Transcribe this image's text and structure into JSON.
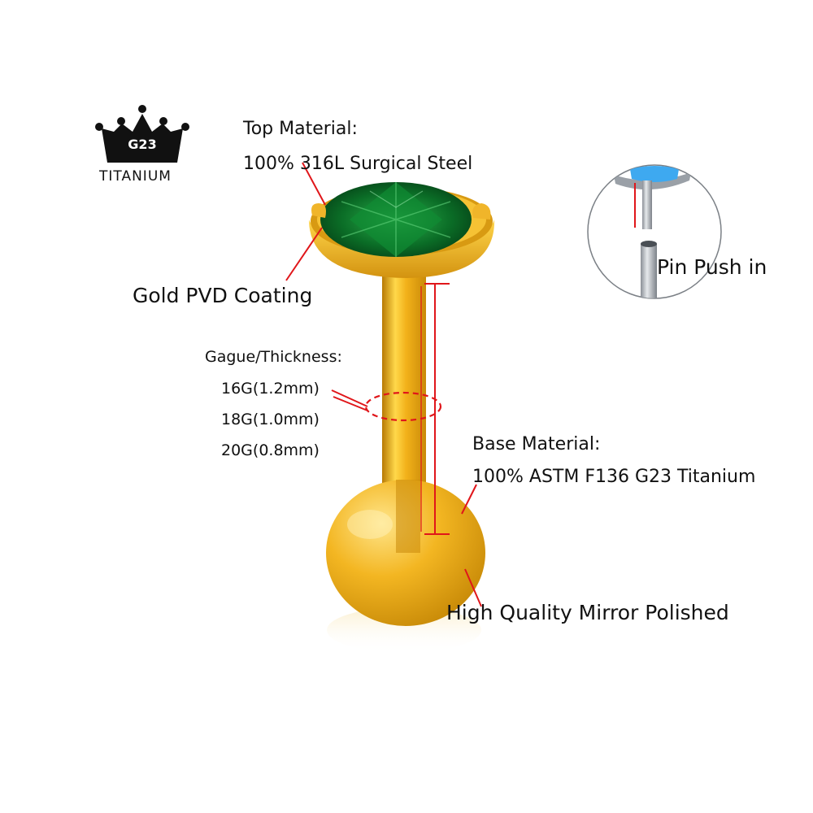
{
  "logo": {
    "badge": "G23",
    "word": "TITANIUM"
  },
  "labels": {
    "top_material_title": "Top Material:",
    "top_material_value": "100% 316L Surgical Steel",
    "coating": "Gold PVD Coating",
    "gauge_title": "Gague/Thickness:",
    "gauge_options": [
      "16G(1.2mm)",
      "18G(1.0mm)",
      "20G(0.8mm)"
    ],
    "pin_push": "Pin Push in",
    "base_material_title": "Base Material:",
    "base_material_value": "100% ASTM F136 G23 Titanium",
    "polish": "High Quality Mirror Polished"
  },
  "colors": {
    "gold": "#e8a712",
    "gold_light": "#ffd64a",
    "gem_green": "#0d7a2e",
    "annotation_red": "#e0161a",
    "inset_opal": "#3ea9f0",
    "steel": "#b8bcc2"
  }
}
